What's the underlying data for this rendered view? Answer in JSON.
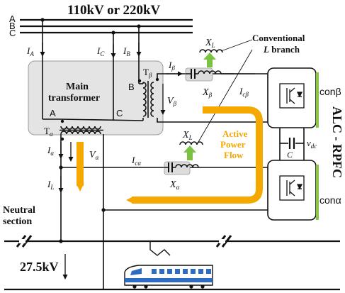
{
  "colors": {
    "line": "#111111",
    "transformer_fill": "#e4e4e4",
    "branch_fill": "#dcdcdc",
    "converter_border": "#8cc34a",
    "power_flow": "#f5a800",
    "green_arrow": "#7cc242",
    "train_blue": "#2e6cc4"
  },
  "icons": [
    "igbt-icon",
    "train-icon",
    "capacitor-icon",
    "inductor-icon",
    "transformer-coil-icon"
  ],
  "diagram": {
    "supply_voltage": "110kV or 220kV",
    "phases": [
      "A",
      "B",
      "C"
    ],
    "currents": {
      "IA": {
        "main": "I",
        "sub": "A"
      },
      "IC": {
        "main": "I",
        "sub": "C"
      },
      "IB": {
        "main": "I",
        "sub": "B"
      },
      "Ibeta": {
        "main": "I",
        "sub": "β"
      },
      "Icbeta": {
        "main": "I",
        "sub": "cβ"
      },
      "Ialpha": {
        "main": "I",
        "sub": "α"
      },
      "Icalpha": {
        "main": "I",
        "sub": "cα"
      },
      "IL": {
        "main": "I",
        "sub": "L"
      }
    },
    "voltages": {
      "Vbeta": {
        "main": "V",
        "sub": "β"
      },
      "Valpha": {
        "main": "V",
        "sub": "α"
      },
      "vdc": {
        "main": "v",
        "sub": "dc"
      }
    },
    "transformer": {
      "label_line1": "Main",
      "label_line2": "transformer",
      "terminal_A": "A",
      "terminal_B": "B",
      "terminal_C": "C",
      "winding_alpha": {
        "main": "T",
        "sub": "α"
      },
      "winding_beta": {
        "main": "T",
        "sub": "β"
      }
    },
    "branches": {
      "XL_top": {
        "main": "X",
        "sub": "L"
      },
      "Xbeta": {
        "main": "X",
        "sub": "β"
      },
      "XL_bottom": {
        "main": "X",
        "sub": "L"
      },
      "Xalpha": {
        "main": "X",
        "sub": "α"
      },
      "conventional_line1": "Conventional",
      "conventional_line2_italic": "L",
      "conventional_line2_rest": " branch"
    },
    "power_flow": {
      "line1": "Active",
      "line2": "Power",
      "line3": "Flow"
    },
    "converter": {
      "title": "ALC - RPFC",
      "con_beta": "conβ",
      "con_alpha": "conα",
      "capacitor": "C"
    },
    "neutral_section": {
      "line1": "Neutral",
      "line2": "section"
    },
    "catenary_voltage": "27.5kV"
  }
}
